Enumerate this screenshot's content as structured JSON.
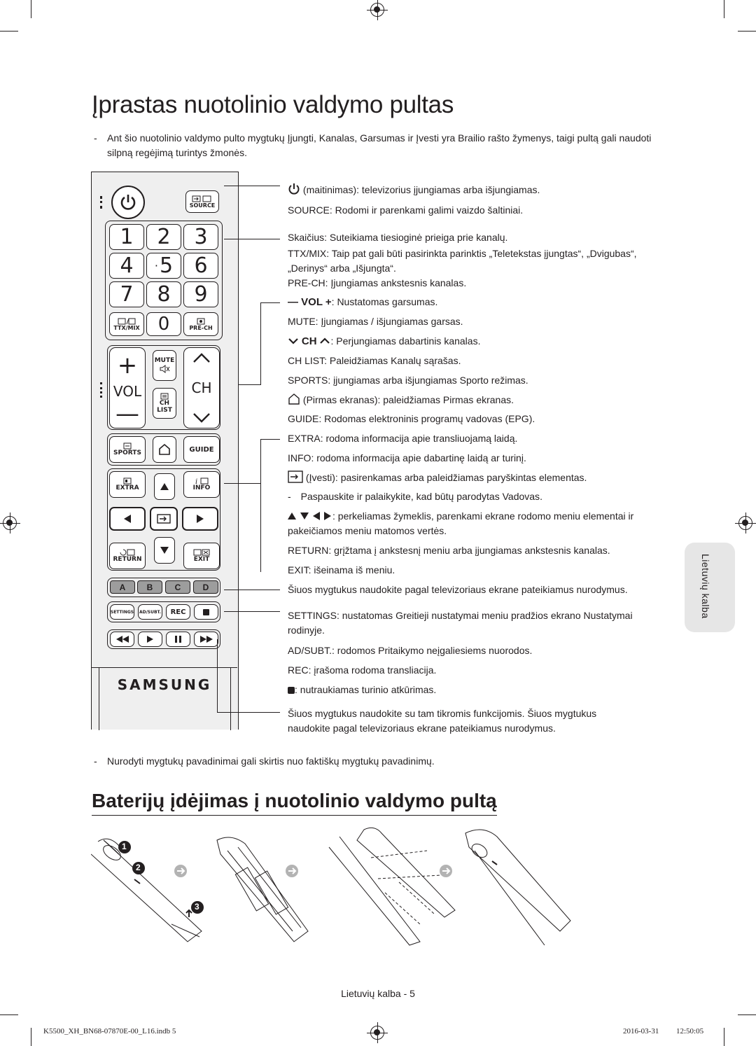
{
  "title": "Įprastas nuotolinio valdymo pultas",
  "intro": {
    "dash": "-",
    "p1": "Ant šio nuotolinio valdymo pulto mygtukų ",
    "b1": "Įjungti",
    "p2": ", ",
    "b2": "Kanalas",
    "p3": ", ",
    "b3": "Garsumas",
    "p4": " ir ",
    "b4": "Įvesti",
    "p5": " yra Brailio rašto žymenys, taigi pultą gali naudoti silpną regėjimą turintys žmonės."
  },
  "remote": {
    "source": "SOURCE",
    "digits": [
      "1",
      "2",
      "3",
      "4",
      "5",
      "6",
      "7",
      "8",
      "9",
      "0"
    ],
    "ttx": "TTX/MIX",
    "prech": "PRE-CH",
    "mute": "MUTE",
    "vol": "VOL",
    "ch": "CH",
    "chlist_1": "CH",
    "chlist_2": "LIST",
    "sports": "SPORTS",
    "guide": "GUIDE",
    "extra": "EXTRA",
    "info": "INFO",
    "return": "RETURN",
    "exit": "EXIT",
    "color_a": "A",
    "color_b": "B",
    "color_c": "C",
    "color_d": "D",
    "settings": "SETTINGS",
    "adsubt": "AD/SUBT.",
    "rec": "REC",
    "brand": "SAMSUNG",
    "colors": {
      "color_key": "#9d9d9d",
      "body": "#efefef",
      "outline": "#231f20"
    }
  },
  "desc": {
    "power_name": "maitinimas",
    "power_text": ": televizorius įjungiamas arba išjungiamas.",
    "source_k": "SOURCE",
    "source_t": ": Rodomi ir parenkami galimi vaizdo šaltiniai.",
    "num_t": "Skaičius: Suteikiama tiesioginė prieiga prie kanalų.",
    "ttx_k": "TTX/MIX",
    "ttx_t": ": Taip pat gali būti pasirinkta parinktis „Teletekstas įjungtas“, „Dvigubas“, „Derinys“ arba „Išjungta“.",
    "prech_k": "PRE-CH",
    "prech_t": ": Įjungiamas ankstesnis kanalas.",
    "vol_sym": "— VOL +",
    "vol_t": ": Nustatomas garsumas.",
    "mute_k": "MUTE",
    "mute_t": ": Įjungiamas / išjungiamas garsas.",
    "ch_sym": "CH",
    "ch_t": ": Perjungiamas dabartinis kanalas.",
    "chlist_k": "CH LIST",
    "chlist_t": ":  Paleidžiamas ",
    "chlist_b": "Kanalų sąrašas",
    "chlist_e": ".",
    "sports_k": "SPORTS",
    "sports_t": ": įjungiamas arba išjungiamas ",
    "sports_b": "Sporto režimas",
    "sports_e": ".",
    "home_k": "Pirmas ekranas",
    "home_t": "): paleidžiamas ",
    "home_b": "Pirmas ekranas",
    "home_e": ".",
    "guide_k": "GUIDE",
    "guide_t": ": Rodomas elektroninis programų vadovas (EPG).",
    "extra_k": "EXTRA",
    "extra_t": ": rodoma informacija apie transliuojamą laidą.",
    "info_k": "INFO",
    "info_t": ": rodoma informacija apie dabartinę laidą ar turinį.",
    "enter_k": "Įvesti",
    "enter_t": "): pasirenkamas arba paleidžiamas paryškintas elementas.",
    "hold_dash": "-",
    "hold_t": "Paspauskite ir palaikykite, kad būtų parodytas ",
    "hold_b": "Vadovas",
    "hold_e": ".",
    "arrows_t": ": perkeliamas žymeklis, parenkami ekrane rodomo meniu elementai ir pakeičiamos meniu matomos vertės.",
    "return_k": "RETURN",
    "return_t": ": grįžtama į ankstesnį meniu arba įjungiamas ankstesnis kanalas.",
    "exit_k": "EXIT",
    "exit_t": ": išeinama iš meniu.",
    "color_t": "Šiuos mygtukus naudokite pagal televizoriaus ekrane pateikiamus nurodymus.",
    "settings_k": "SETTINGS",
    "settings_t": ": nustatomas ",
    "settings_b": "Greitieji nustatymai",
    "settings_m": " meniu pradžios ekrano ",
    "settings_b2": "Nustatymai",
    "settings_e": " rodinyje.",
    "adsubt_k": "AD/SUBT.",
    "adsubt_t": ": rodomos ",
    "adsubt_b": "Pritaikymo neįgaliesiems nuorodos",
    "adsubt_e": ".",
    "rec_k": "REC",
    "rec_t": ": įrašoma rodoma transliacija.",
    "stop_t": ": nutraukiamas turinio atkūrimas.",
    "media_t": "Šiuos mygtukus naudokite su tam tikromis funkcijomis. Šiuos mygtukus naudokite pagal televizoriaus ekrane pateikiamus nurodymus."
  },
  "note": {
    "dash": "-",
    "text": "Nurodyti mygtukų pavadinimai gali skirtis nuo faktiškų mygtukų pavadinimų."
  },
  "battery_title": "Baterijų įdėjimas į nuotolinio valdymo pultą",
  "steps": [
    "1",
    "2",
    "3"
  ],
  "side_tab": "Lietuvių kalba",
  "page_number": "Lietuvių kalba - 5",
  "footer": {
    "file": "K5500_XH_BN68-07870E-00_L16.indb   5",
    "date": "2016-03-31",
    "time": "12:50:05"
  }
}
